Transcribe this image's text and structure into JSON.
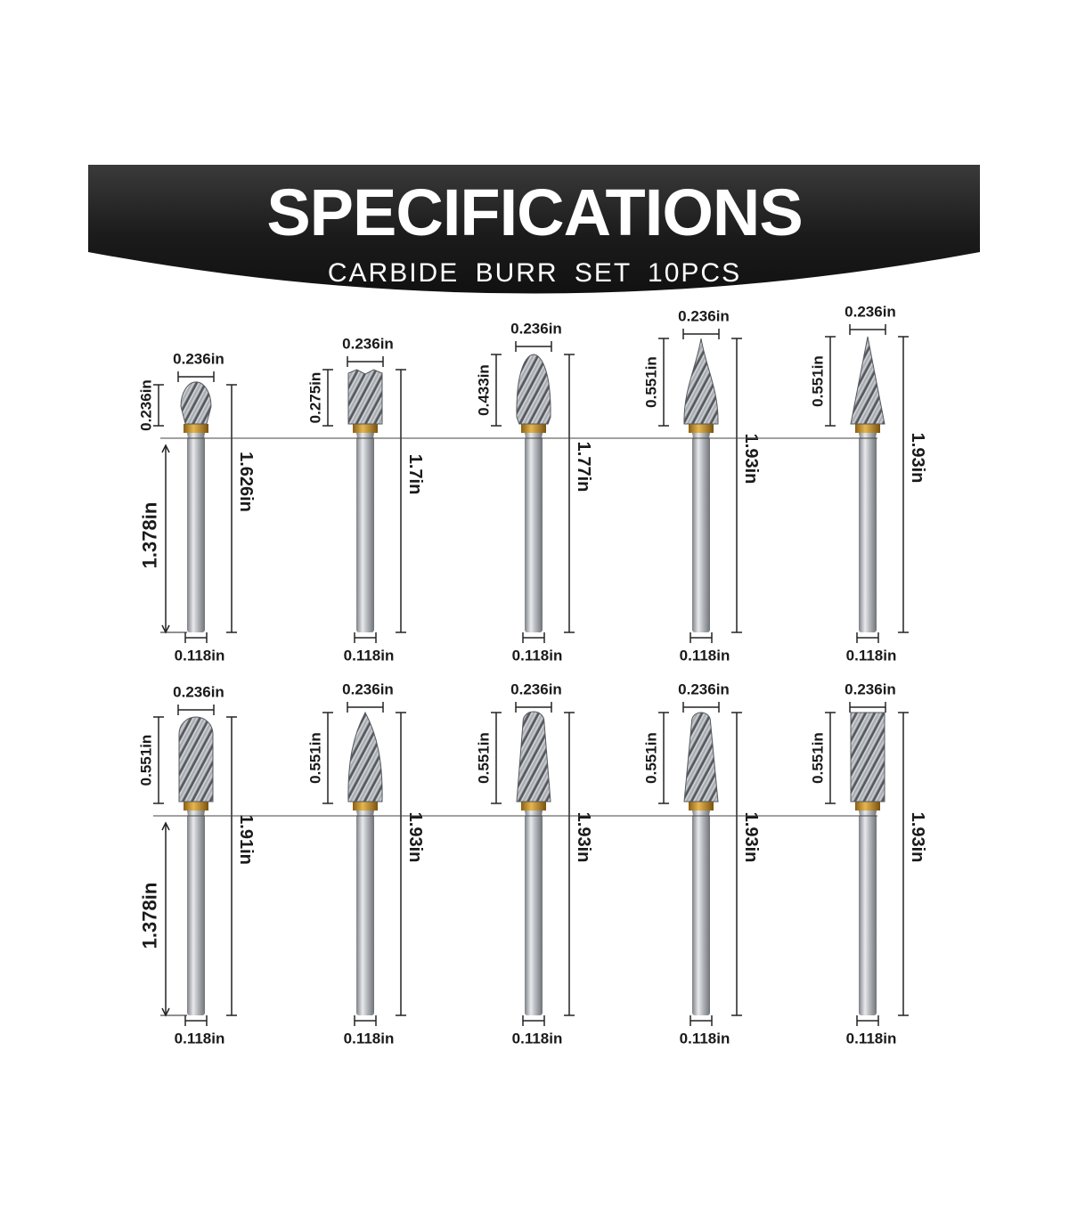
{
  "header": {
    "title": "SPECIFICATIONS",
    "subtitle": "CARBIDE BURR SET 10PCS"
  },
  "colors": {
    "banner": "#1b1b1b",
    "steel": "#b9bcc0",
    "brass": "#c9952e",
    "dimension_line": "#222222"
  },
  "burrs": [
    {
      "head_width": "0.236in",
      "head_length": "0.236in",
      "total_length": "1.626in",
      "shank_diameter": "0.118in",
      "shank_length": "1.378in",
      "shape": "ball"
    },
    {
      "head_width": "0.236in",
      "head_length": "0.275in",
      "total_length": "1.7in",
      "shank_diameter": "0.118in",
      "shape": "cylinder-end-cut"
    },
    {
      "head_width": "0.236in",
      "head_length": "0.433in",
      "total_length": "1.77in",
      "shank_diameter": "0.118in",
      "shape": "oval"
    },
    {
      "head_width": "0.236in",
      "head_length": "0.551in",
      "total_length": "1.93in",
      "shank_diameter": "0.118in",
      "shape": "flame"
    },
    {
      "head_width": "0.236in",
      "head_length": "0.551in",
      "total_length": "1.93in",
      "shank_diameter": "0.118in",
      "shape": "pointed-cone"
    },
    {
      "head_width": "0.236in",
      "head_length": "0.551in",
      "total_length": "1.91in",
      "shank_diameter": "0.118in",
      "shank_length": "1.378in",
      "shape": "cylinder-ball-nose"
    },
    {
      "head_width": "0.236in",
      "head_length": "0.551in",
      "total_length": "1.93in",
      "shank_diameter": "0.118in",
      "shape": "tree-pointed"
    },
    {
      "head_width": "0.236in",
      "head_length": "0.551in",
      "total_length": "1.93in",
      "shank_diameter": "0.118in",
      "shape": "tree-radius"
    },
    {
      "head_width": "0.236in",
      "head_length": "0.551in",
      "total_length": "1.93in",
      "shank_diameter": "0.118in",
      "shape": "taper-radius"
    },
    {
      "head_width": "0.236in",
      "head_length": "0.551in",
      "total_length": "1.93in",
      "shank_diameter": "0.118in",
      "shape": "cylinder"
    }
  ]
}
